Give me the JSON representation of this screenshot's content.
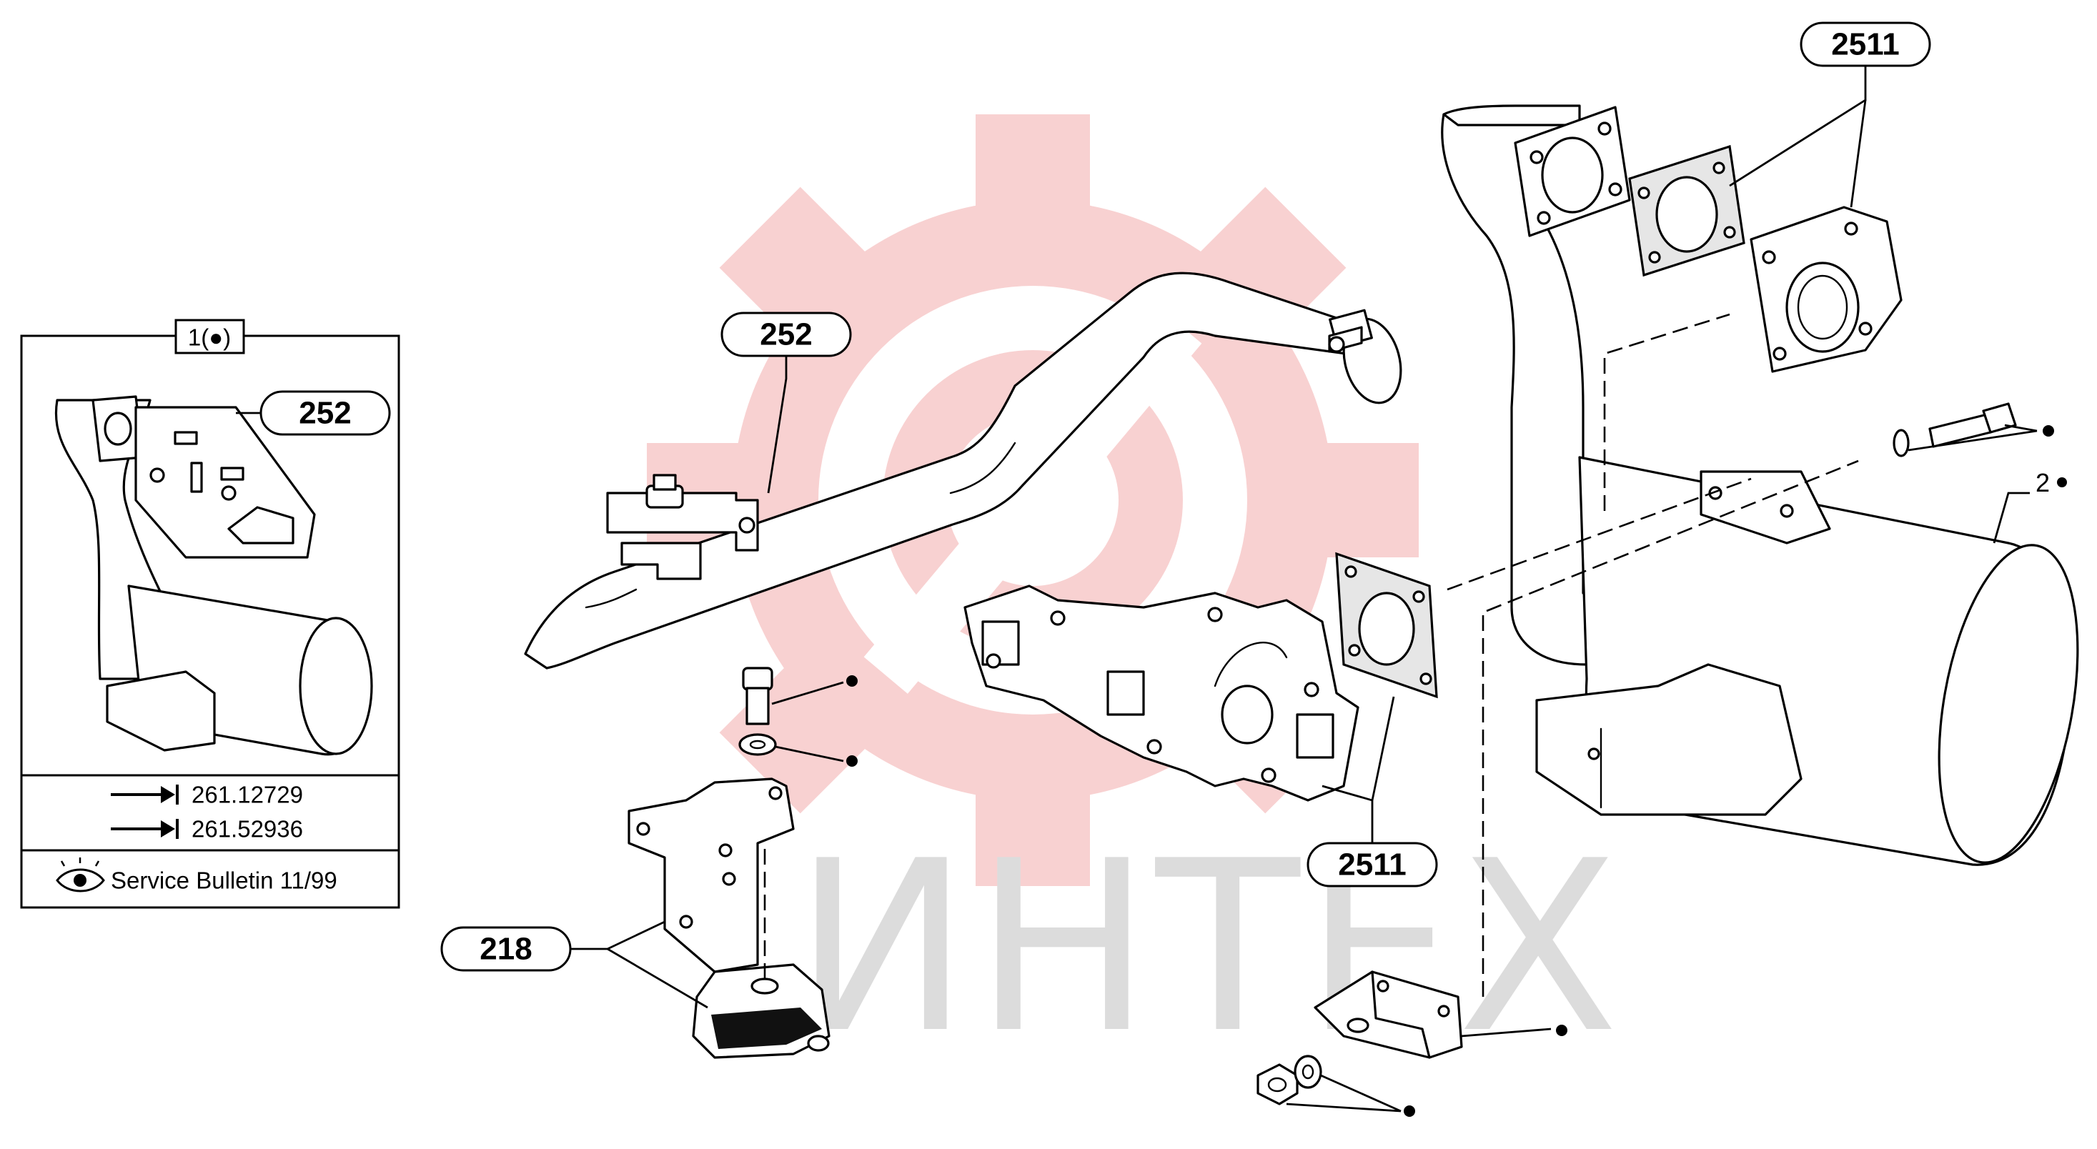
{
  "watermark": {
    "text": "ИНТЕХ",
    "logo": "gear-logo",
    "logo_color": "#f7caca",
    "text_color": "#dcdcdc"
  },
  "callouts": {
    "c2511_top": "2511",
    "c252_main": "252",
    "c2511_bottom": "2511",
    "c218": "218",
    "c2": "2",
    "c252_inset": "252"
  },
  "inset": {
    "title": "1(●)",
    "refs": [
      {
        "icon": "arrow-into-bar-icon",
        "code": "261.12729"
      },
      {
        "icon": "arrow-into-bar-icon",
        "code": "261.52936"
      }
    ],
    "bulletin": {
      "icon": "eye-icon",
      "text": "Service Bulletin 11/99"
    }
  },
  "colors": {
    "line": "#000000",
    "gasket": "#e6e6e6"
  }
}
